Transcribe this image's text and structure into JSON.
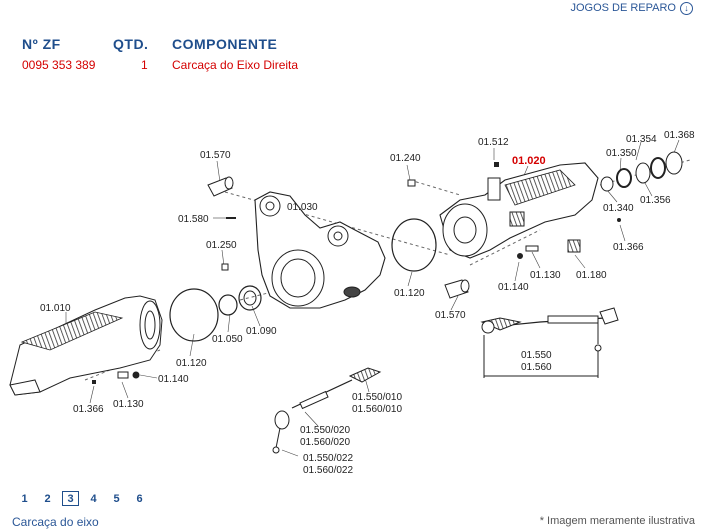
{
  "top_link": {
    "label": "JOGOS DE REPARO",
    "icon": "circle-down-arrow-icon"
  },
  "table": {
    "headers": {
      "nzf": "Nº ZF",
      "qtd": "QTD.",
      "componente": "COMPONENTE"
    },
    "row": {
      "nzf": "0095 353 389",
      "qtd": "1",
      "componente": "Carcaça do Eixo Direita"
    }
  },
  "diagram_labels": {
    "l01570a": "01.570",
    "l01580": "01.580",
    "l01030": "01.030",
    "l01250": "01.250",
    "l01240": "01.240",
    "l01512": "01.512",
    "l01020": "01.020",
    "l01354": "01.354",
    "l01368": "01.368",
    "l01350": "01.350",
    "l01340": "01.340",
    "l01356": "01.356",
    "l01366a": "01.366",
    "l01130a": "01.130",
    "l01180": "01.180",
    "l01140a": "01.140",
    "l01120a": "01.120",
    "l01570b": "01.570",
    "l01010": "01.010",
    "l01050": "01.050",
    "l01090": "01.090",
    "l01120b": "01.120",
    "l01140b": "01.140",
    "l01366b": "01.366",
    "l01130b": "01.130",
    "l01550": "01.550",
    "l01560": "01.560",
    "l01550_010": "01.550/010",
    "l01560_010": "01.560/010",
    "l01550_020": "01.550/020",
    "l01560_020": "01.560/020",
    "l01550_022": "01.550/022",
    "l01560_022": "01.560/022"
  },
  "pagination": {
    "pages": [
      "1",
      "2",
      "3",
      "4",
      "5",
      "6"
    ],
    "active": "3"
  },
  "footer": {
    "left": "Carcaça do eixo",
    "right": "* Imagem meramente ilustrativa"
  },
  "colors": {
    "accent": "#1f4e8c",
    "red": "#d40000"
  }
}
